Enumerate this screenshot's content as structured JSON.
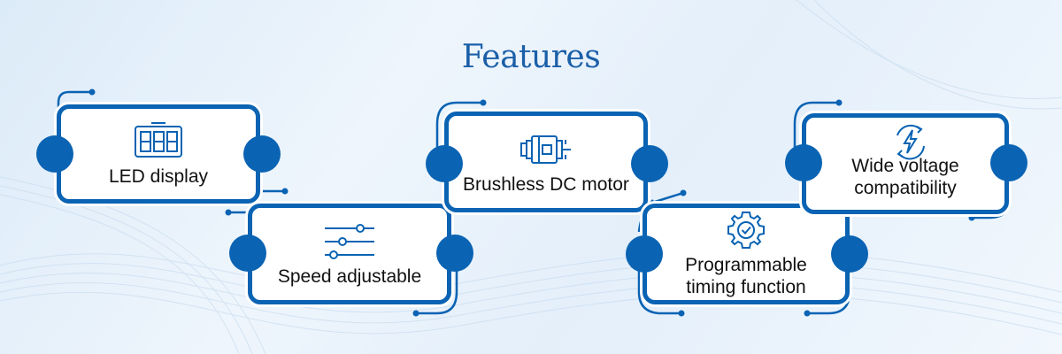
{
  "title": "Features",
  "colors": {
    "accent": "#0a63b3",
    "title": "#1a5fa8",
    "background": "#e6f0fa"
  },
  "features": [
    {
      "label": "LED display",
      "icon": "led-display-icon"
    },
    {
      "label": "Speed adjustable",
      "icon": "sliders-icon"
    },
    {
      "label": "Brushless DC motor",
      "icon": "motor-icon"
    },
    {
      "label": "Programmable timing function",
      "label_line1": "Programmable",
      "label_line2": "timing function",
      "icon": "gear-check-icon"
    },
    {
      "label": "Wide voltage compatibility",
      "label_line1": "Wide voltage",
      "label_line2": "compatibility",
      "icon": "lightning-cycle-icon"
    }
  ]
}
